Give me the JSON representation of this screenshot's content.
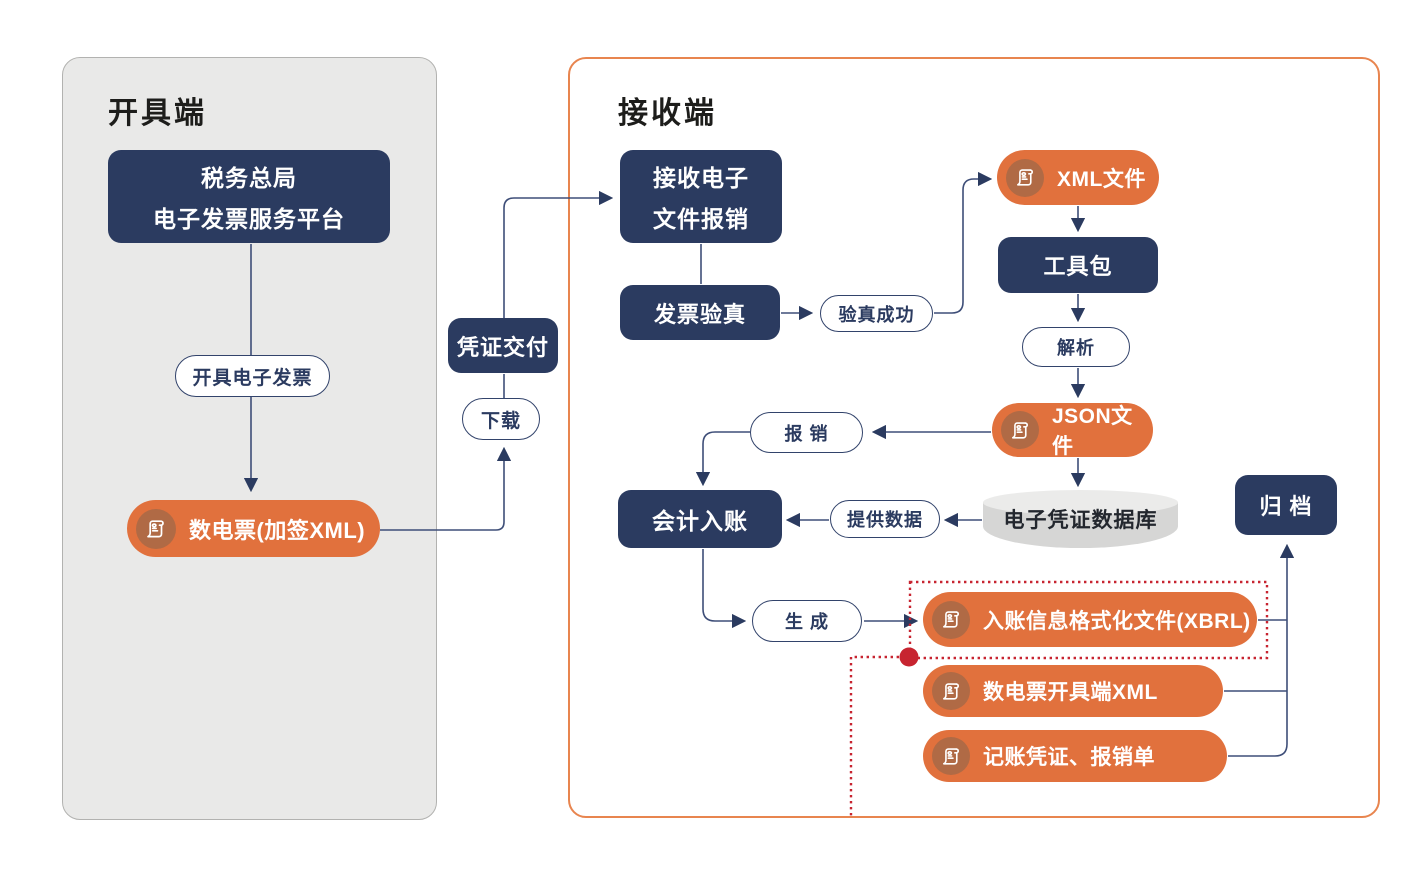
{
  "palette": {
    "navy_box": "#2b3b60",
    "wire_line": "#3e4e78",
    "orange_pill": "#e1713d",
    "orange_icon_circle": "#b06a45",
    "receiver_panel_border": "#e8854f",
    "issuer_panel_fill": "#e9e9e8",
    "red_dotted": "#c72430",
    "cylinder_body": "#d6d6d5",
    "cylinder_top": "#ebebea"
  },
  "issuer": {
    "title": "开具端",
    "platform_line1": "税务总局",
    "platform_line2": "电子发票服务平台",
    "issue_label": "开具电子发票",
    "invoice_pill": "数电票(加签XML)"
  },
  "delivery": {
    "deliver_box": "凭证交付",
    "download_label": "下载"
  },
  "receiver": {
    "title": "接收端",
    "receive_line1": "接收电子",
    "receive_line2": "文件报销",
    "verify_box": "发票验真",
    "verify_ok": "验真成功",
    "xml_file": "XML文件",
    "toolkit": "工具包",
    "parse": "解析",
    "json_file": "JSON文件",
    "database": "电子凭证数据库",
    "reimburse": "报 销",
    "provide_data": "提供数据",
    "accounting": "会计入账",
    "generate": "生 成",
    "xbrl_file": "入账信息格式化文件(XBRL)",
    "issuer_xml": "数电票开具端XML",
    "voucher": "记账凭证、报销单",
    "archive": "归 档"
  }
}
